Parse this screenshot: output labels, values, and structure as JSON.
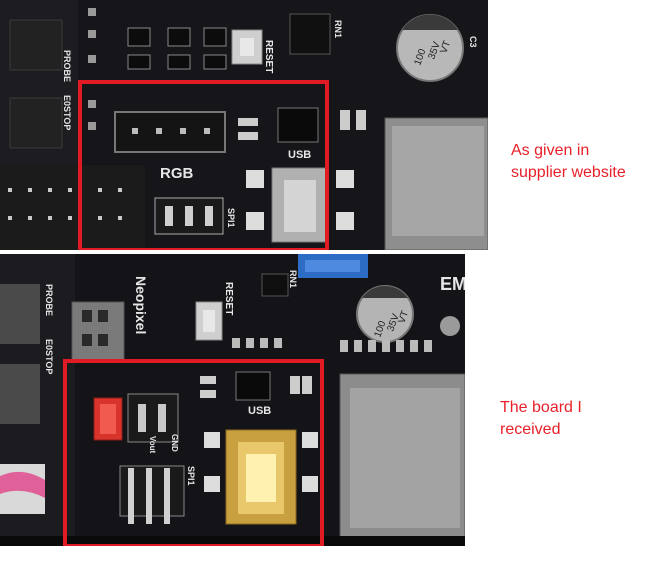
{
  "captions": {
    "top": "As given in supplier website",
    "bottom": "The board I received"
  },
  "silkscreen": {
    "top": {
      "reset": "RESET",
      "rgb": "RGB",
      "usb": "USB",
      "spi1": "SPI1",
      "probe": "PROBE",
      "e0stop": "E0STOP",
      "rn1": "RN1",
      "c3": "C3",
      "cap_value": "100",
      "cap_voltage": "35V",
      "cap_code": "VT"
    },
    "bottom": {
      "reset": "RESET",
      "neopixel": "Neopixel",
      "usb": "USB",
      "spi1": "SPI1",
      "probe": "PROBE",
      "e0stop": "E0STOP",
      "vout": "Vout",
      "gnd": "GND",
      "rn1": "RN1",
      "em": "EM",
      "cap_value": "100",
      "cap_voltage": "35V",
      "cap_code": "VT"
    }
  },
  "colors": {
    "highlight_box": "#e01b24",
    "caption_text": "#e8202a",
    "pcb": "#17171a",
    "usb_gold": "#c9a040",
    "jumper_red": "#d9342b"
  }
}
